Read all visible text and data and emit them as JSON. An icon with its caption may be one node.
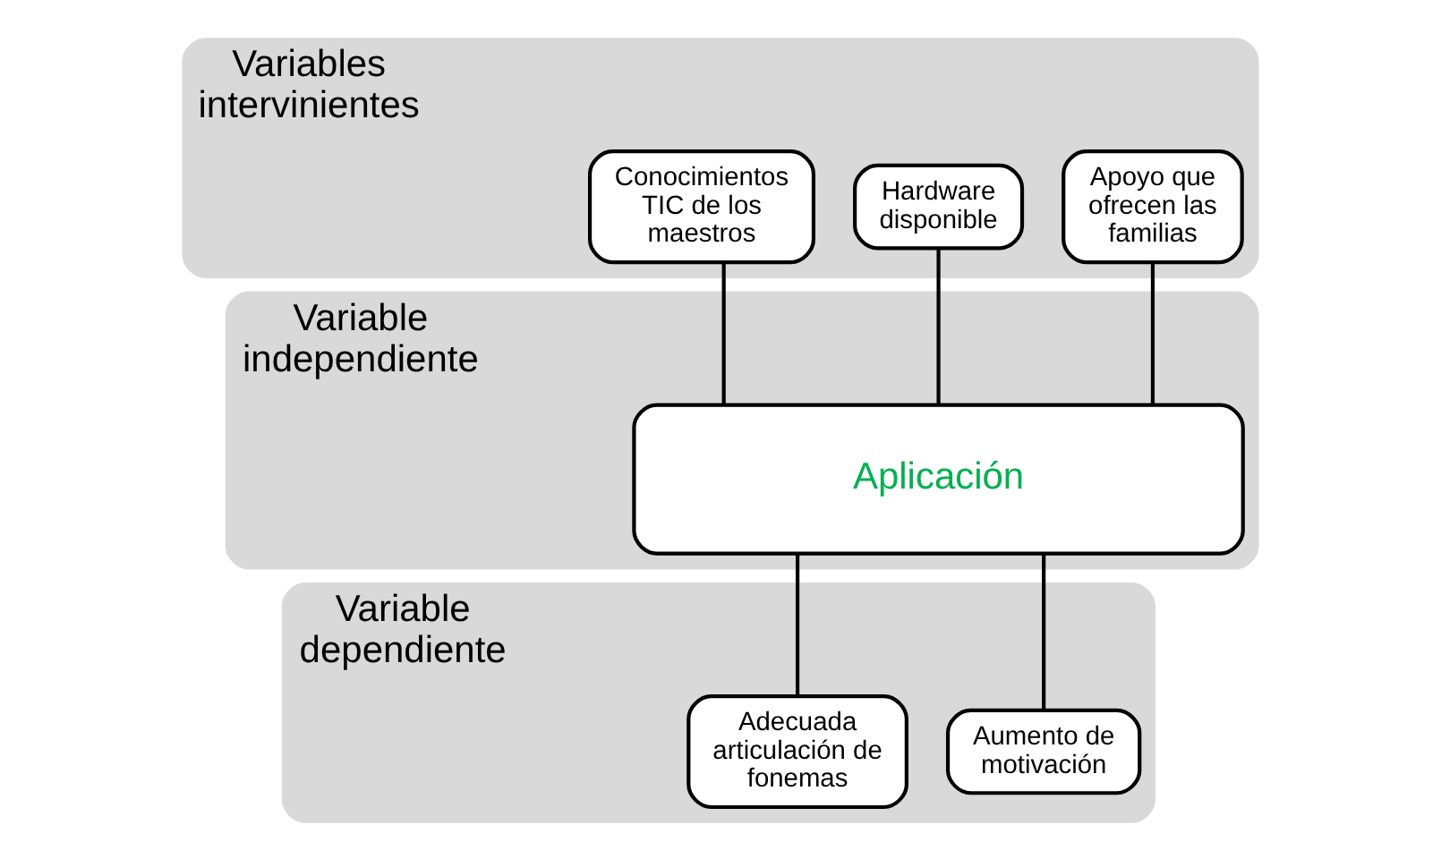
{
  "diagram": {
    "nodes": [
      {
        "text": [
          "Variables intervinientes"
        ]
      },
      {
        "text": [
          "Conocimientos TIC de los maestros"
        ],
        "in": 0
      },
      {
        "text": [
          "Hardware disponible"
        ],
        "in": 0
      },
      {
        "text": [
          "Apoyo que ofrecen las familias"
        ],
        "in": 0
      },
      {
        "text": [
          "Variable independiente"
        ]
      },
      {
        "text": [
          "Aplicación"
        ],
        "in": 4
      },
      {
        "text": [
          "Variable dependiente"
        ]
      },
      {
        "text": [
          "Adecuada articulación de fonemas"
        ],
        "in": 6
      },
      {
        "text": [
          "Aumento de motivación"
        ],
        "in": 6
      }
    ],
    "edges": [
      {
        "from": 1,
        "to": 5,
        "arrow": "none"
      },
      {
        "from": 2,
        "to": 5,
        "arrow": "none"
      },
      {
        "from": 3,
        "to": 5,
        "arrow": "none"
      },
      {
        "from": 5,
        "to": 7,
        "arrow": "none"
      },
      {
        "from": 5,
        "to": 8,
        "arrow": "none"
      }
    ]
  }
}
